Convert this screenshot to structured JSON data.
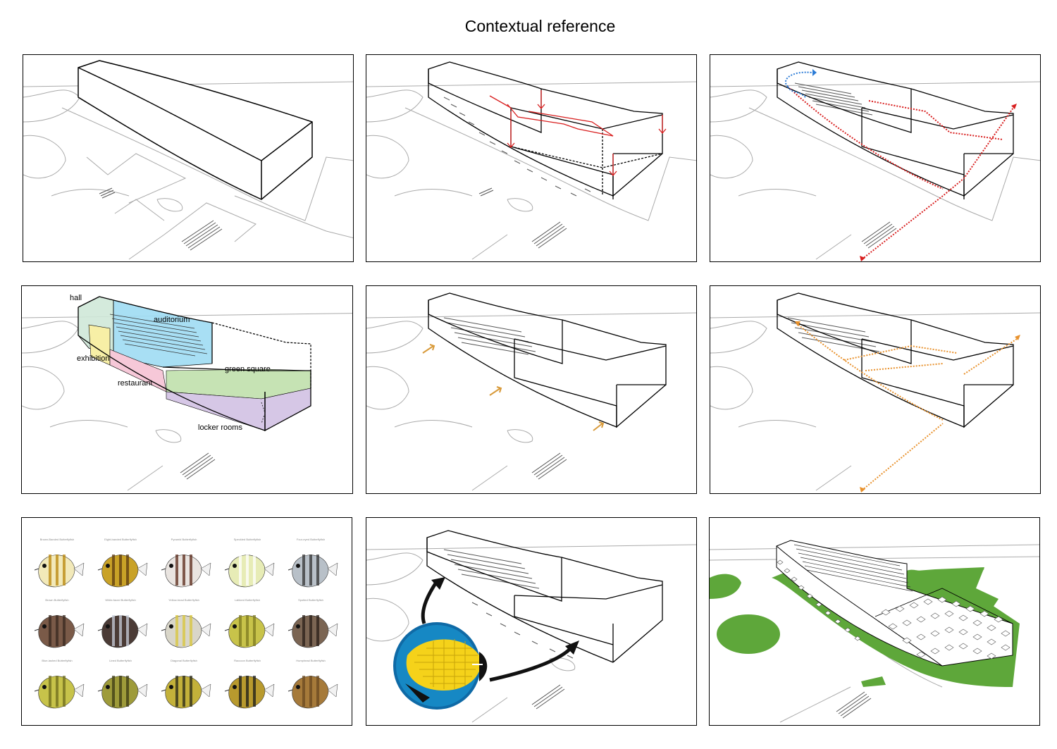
{
  "page": {
    "title": "Contextual reference"
  },
  "colors": {
    "line": "#000000",
    "ground": "#aaaaaa",
    "red": "#d81e1e",
    "blue": "#2b7bd6",
    "orange": "#e8912c",
    "hall": "#cfe8d8",
    "auditorium": "#9edcf3",
    "exhibition": "#f7efa6",
    "restaurant": "#f6c8d8",
    "green_square": "#c6e3b4",
    "locker_rooms": "#d6c7e6",
    "park_green": "#5ea73a"
  },
  "program_labels": {
    "hall": "hall",
    "auditorium": "auditorium",
    "exhibition": "exhibition",
    "green_square": "green square",
    "restaurant": "restaurant",
    "locker_rooms": "locker rooms"
  },
  "panels": [
    {
      "name": "massing-volume",
      "icon": "building-mass-icon"
    },
    {
      "name": "volume-subdivision",
      "icon": "section-arrows-icon"
    },
    {
      "name": "circulation-flows",
      "icon": "flow-arrows-icon"
    },
    {
      "name": "program-distribution",
      "icon": "program-zones-icon"
    },
    {
      "name": "access-points",
      "icon": "access-arrows-icon"
    },
    {
      "name": "orange-flows",
      "icon": "flow-arrows-icon"
    },
    {
      "name": "butterflyfish-chart",
      "icon": "fish-icon"
    },
    {
      "name": "fish-pattern-reference",
      "icon": "fish-icon"
    },
    {
      "name": "final-rendering",
      "icon": "facade-pattern-icon"
    }
  ],
  "fish_chart": {
    "species": [
      {
        "name": "Brown-Banded Butterflyfish",
        "color": "#f2e9b9",
        "band": "#b8860b"
      },
      {
        "name": "Eight-banded Butterflyfish",
        "color": "#c9a227",
        "band": "#5b3a12"
      },
      {
        "name": "Pyramid Butterflyfish",
        "color": "#e9e4e0",
        "band": "#5a2a1a"
      },
      {
        "name": "Speckled Butterflyfish",
        "color": "#e7ecb6",
        "band": "#ffffff"
      },
      {
        "name": "Four-eyed Butterflyfish",
        "color": "#b8c0c8",
        "band": "#333333"
      },
      {
        "name": "Brown Butterflyfish",
        "color": "#7a5a48",
        "band": "#3a2a20"
      },
      {
        "name": "White-faced Butterflyfish",
        "color": "#4b3b36",
        "band": "#c9d0dc"
      },
      {
        "name": "Yellow-head Butterflyfish",
        "color": "#d9d6c9",
        "band": "#d8c53a"
      },
      {
        "name": "Latticed Butterflyfish",
        "color": "#c8c34a",
        "band": "#7d7a20"
      },
      {
        "name": "Spotted Butterflyfish",
        "color": "#7b6553",
        "band": "#2a1f18"
      },
      {
        "name": "Blue-lashed Butterflyfish",
        "color": "#c7c34a",
        "band": "#6f6c1d"
      },
      {
        "name": "Lined Butterflyfish",
        "color": "#9e9b3a",
        "band": "#3b3a14"
      },
      {
        "name": "Diagonal Butterflyfish",
        "color": "#c3b13a",
        "band": "#2a2a1a"
      },
      {
        "name": "Raccoon Butterflyfish",
        "color": "#b89a2e",
        "band": "#1a1a1a"
      },
      {
        "name": "Humphead Butterflyfish",
        "color": "#a67a3a",
        "band": "#6a4a22"
      }
    ]
  }
}
